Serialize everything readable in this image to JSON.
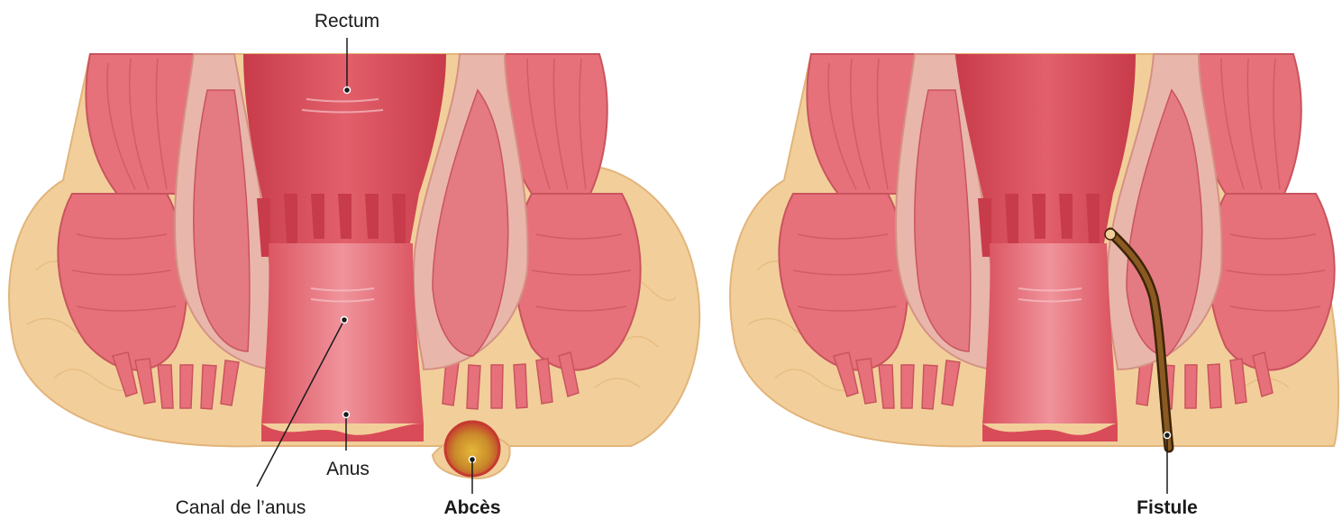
{
  "panels": {
    "left": {
      "labels": {
        "rectum": "Rectum",
        "anus": "Anus",
        "canal": "Canal de l’anus",
        "abscess": "Abcès"
      }
    },
    "right": {
      "labels": {
        "fistula": "Fistule"
      }
    }
  },
  "colors": {
    "fat": "#f2cf9a",
    "fat_line": "#e2b47a",
    "muscle": "#e7717a",
    "muscle_dark": "#c9545e",
    "mucosa": "#d94b58",
    "mucosa_light": "#ef8f98",
    "wall": "#e9b6ab",
    "abscess_outer": "#d8493c",
    "abscess_inner": "#d9a227",
    "fistula": "#6d4418",
    "fistula_edge": "#3c2408",
    "leader": "#1a1a1a"
  }
}
